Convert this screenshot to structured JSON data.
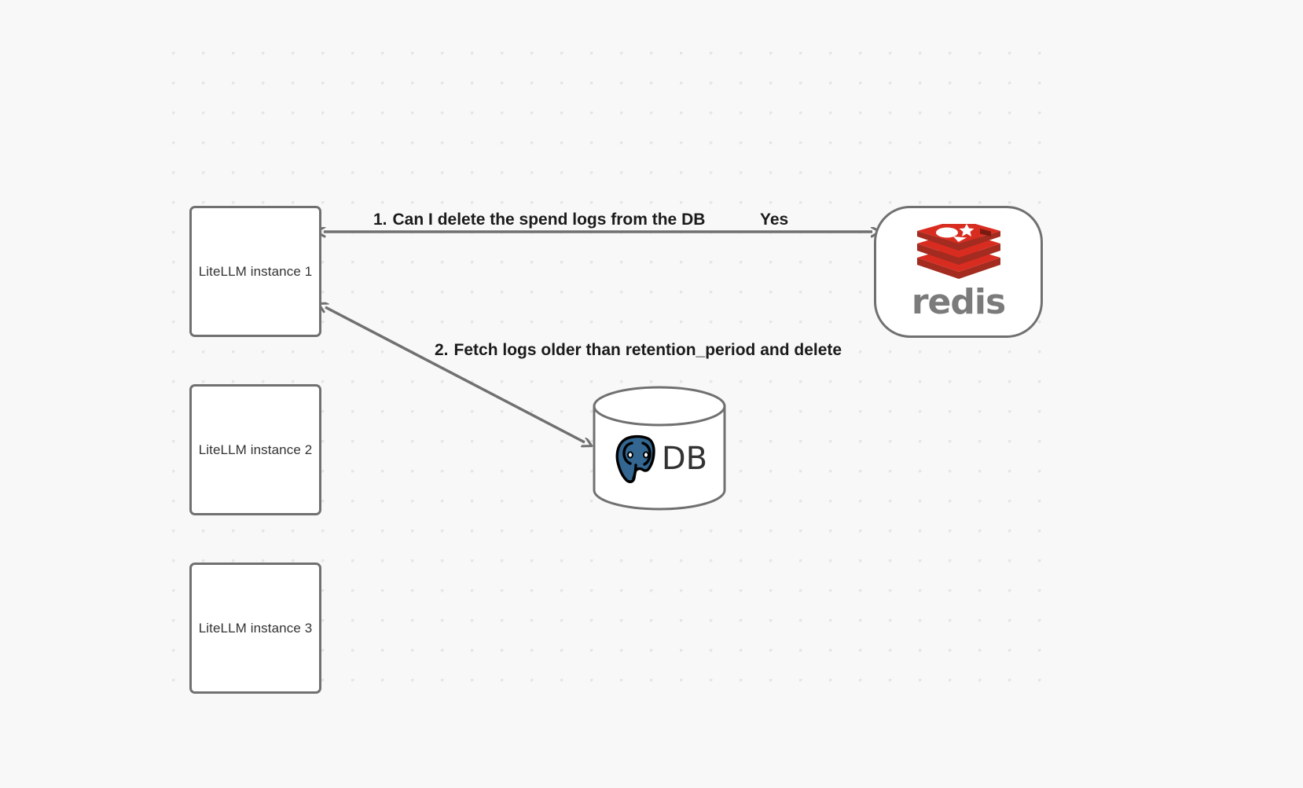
{
  "canvas": {
    "background_color": "#f8f8f8",
    "dot_color": "#e6e6e6",
    "stroke_color": "#707070"
  },
  "nodes": [
    {
      "id": "litellm-1",
      "label": "LiteLLM instance 1",
      "type": "box"
    },
    {
      "id": "litellm-2",
      "label": "LiteLLM instance 2",
      "type": "box"
    },
    {
      "id": "litellm-3",
      "label": "LiteLLM instance 3",
      "type": "box"
    },
    {
      "id": "redis",
      "label": "redis",
      "type": "rounded-box",
      "icon": "redis-logo-icon",
      "brand_color": "#d82c20"
    },
    {
      "id": "database",
      "label": "DB",
      "type": "cylinder",
      "icon": "postgresql-elephant-icon",
      "brand_color": "#336791"
    }
  ],
  "edges": [
    {
      "id": "edge-1",
      "from": "litellm-1",
      "to": "redis",
      "direction": "bidirectional",
      "label_number": "1.",
      "label_text": "Can I delete the spend logs from the DB",
      "reply_label": "Yes"
    },
    {
      "id": "edge-2",
      "from": "litellm-1",
      "to": "database",
      "direction": "bidirectional",
      "label_number": "2.",
      "label_text": "Fetch logs older than retention_period and delete"
    }
  ]
}
